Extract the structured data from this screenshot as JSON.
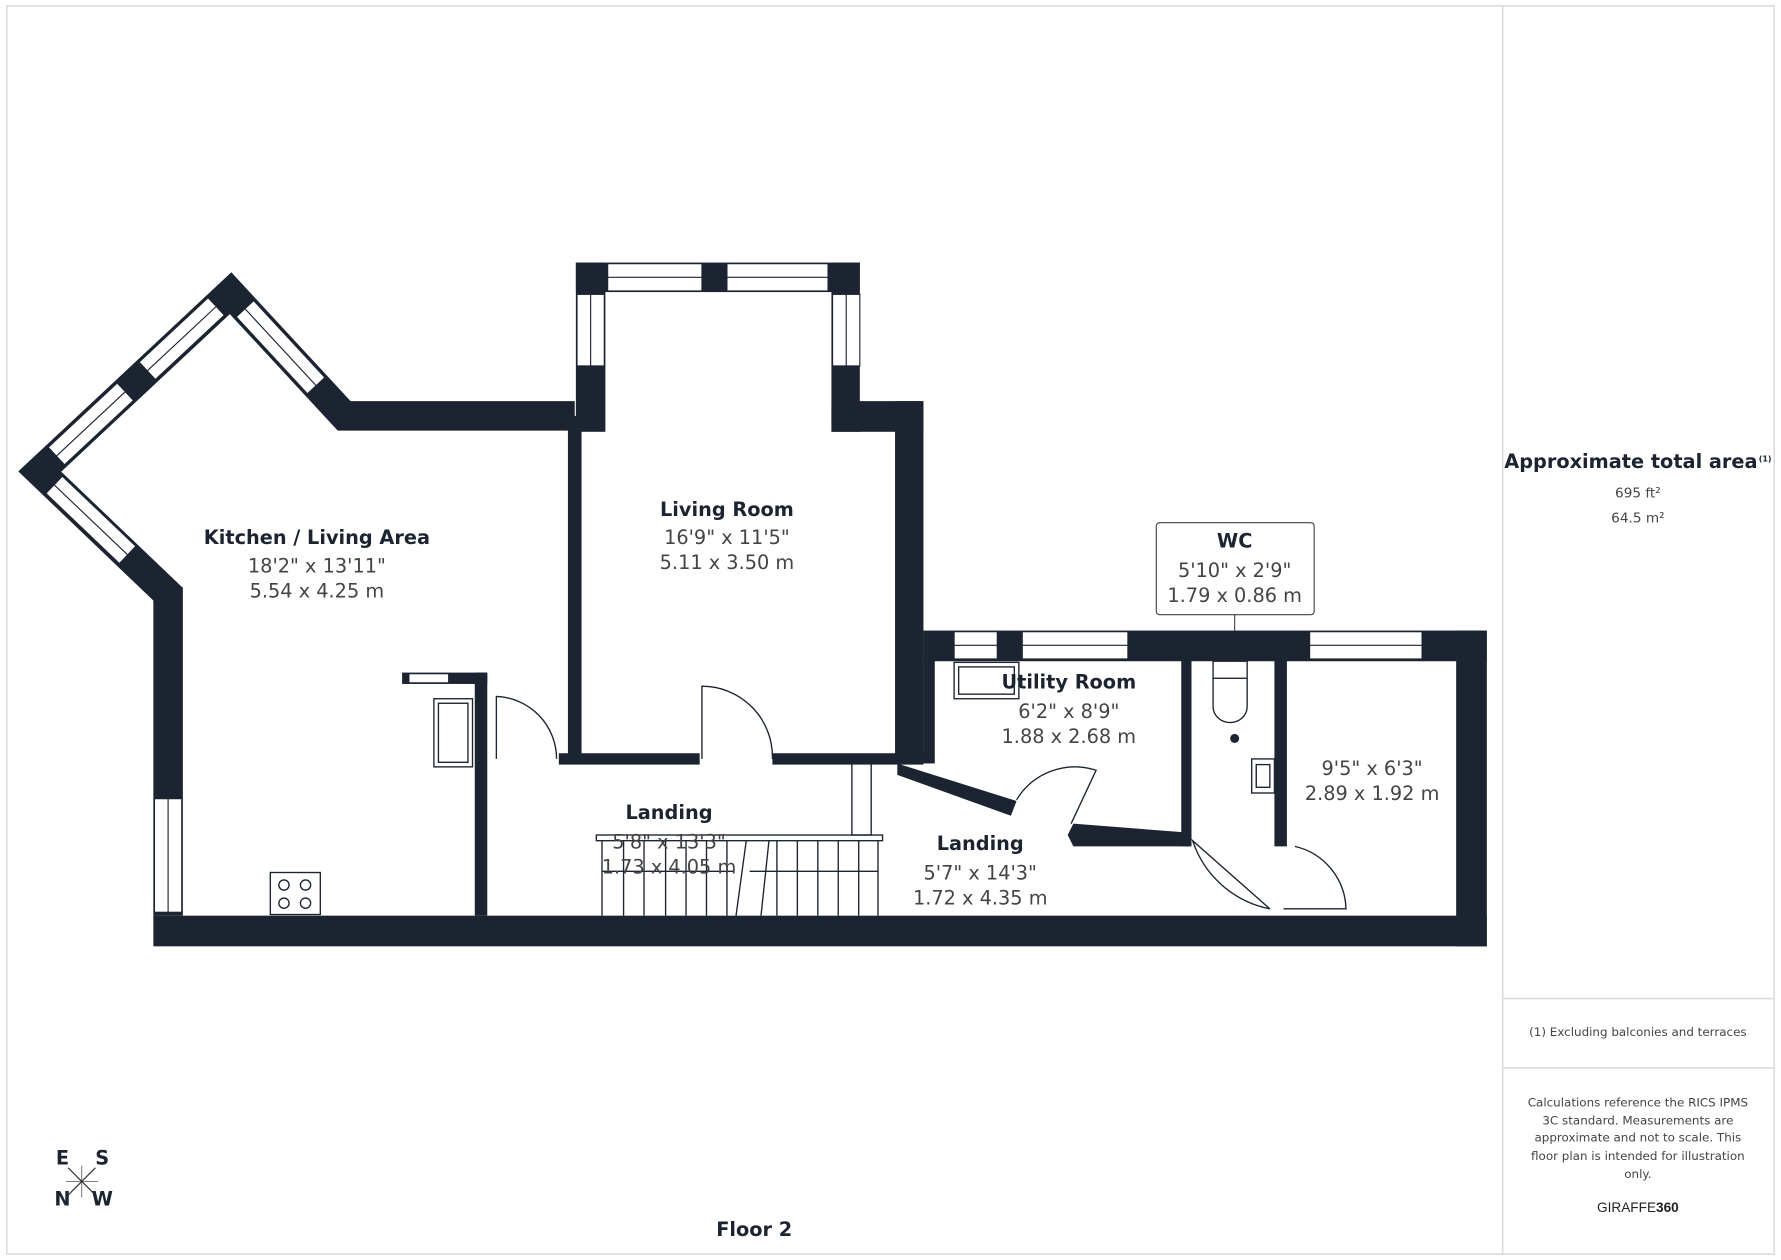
{
  "rooms": {
    "kitchen": {
      "name": "Kitchen / Living Area",
      "imperial": "18'2\" x 13'11\"",
      "metric": "5.54 x 4.25 m"
    },
    "living": {
      "name": "Living Room",
      "imperial": "16'9\" x 11'5\"",
      "metric": "5.11 x 3.50 m"
    },
    "wc": {
      "name": "WC",
      "imperial": "5'10\" x 2'9\"",
      "metric": "1.79 x 0.86 m"
    },
    "utility": {
      "name": "Utility Room",
      "imperial": "6'2\" x 8'9\"",
      "metric": "1.88 x 2.68 m"
    },
    "bedroom": {
      "imperial": "9'5\" x 6'3\"",
      "metric": "2.89 x 1.92 m"
    },
    "landing1": {
      "name": "Landing",
      "imperial": "5'8\" x 13'3\"",
      "metric": "1.73 x 4.05 m"
    },
    "landing2": {
      "name": "Landing",
      "imperial": "5'7\" x 14'3\"",
      "metric": "1.72 x 4.35 m"
    }
  },
  "floor_label": "Floor 2",
  "compass": {
    "e": "E",
    "s": "S",
    "n": "N",
    "w": "W"
  },
  "panel": {
    "area_title": "Approximate total area",
    "area_note_ref": "(1)",
    "area_ft": "695 ft²",
    "area_m": "64.5 m²",
    "footnote": "(1) Excluding balconies and terraces",
    "disclaimer": [
      "Calculations reference the RICS IPMS",
      "3C standard. Measurements are",
      "approximate and not to scale. This",
      "floor plan is intended for illustration",
      "only."
    ],
    "brand_a": "GIRAFFE",
    "brand_b": "360"
  },
  "colors": {
    "wall": "#1c2431",
    "border": "#dddddd"
  }
}
